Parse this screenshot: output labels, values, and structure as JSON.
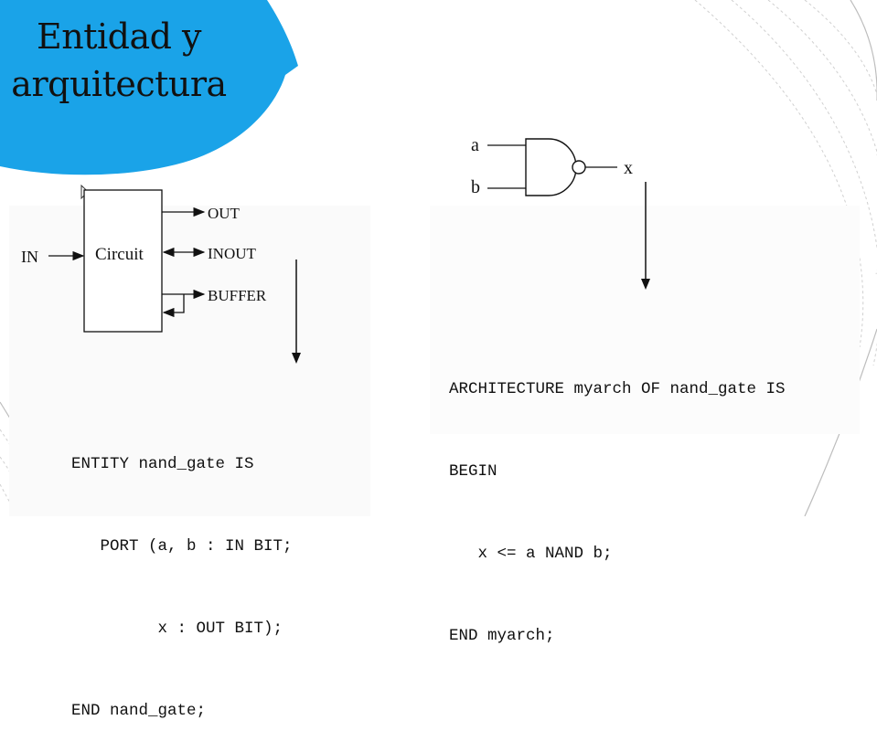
{
  "slide": {
    "title_line1": "Entidad y",
    "title_line2": "arquitectura",
    "accent_color": "#1aa3e8"
  },
  "entity_diagram": {
    "block_label": "Circuit",
    "input_label": "IN",
    "port_out": "OUT",
    "port_inout": "INOUT",
    "port_buffer": "BUFFER"
  },
  "gate_diagram": {
    "input_a": "a",
    "input_b": "b",
    "output": "x",
    "gate_type": "NAND"
  },
  "entity_code": [
    "ENTITY nand_gate IS",
    "   PORT (a, b : IN BIT;",
    "         x : OUT BIT);",
    "END nand_gate;"
  ],
  "architecture_code": [
    "ARCHITECTURE myarch OF nand_gate IS",
    "BEGIN",
    "   x <= a NAND b;",
    "END myarch;"
  ]
}
